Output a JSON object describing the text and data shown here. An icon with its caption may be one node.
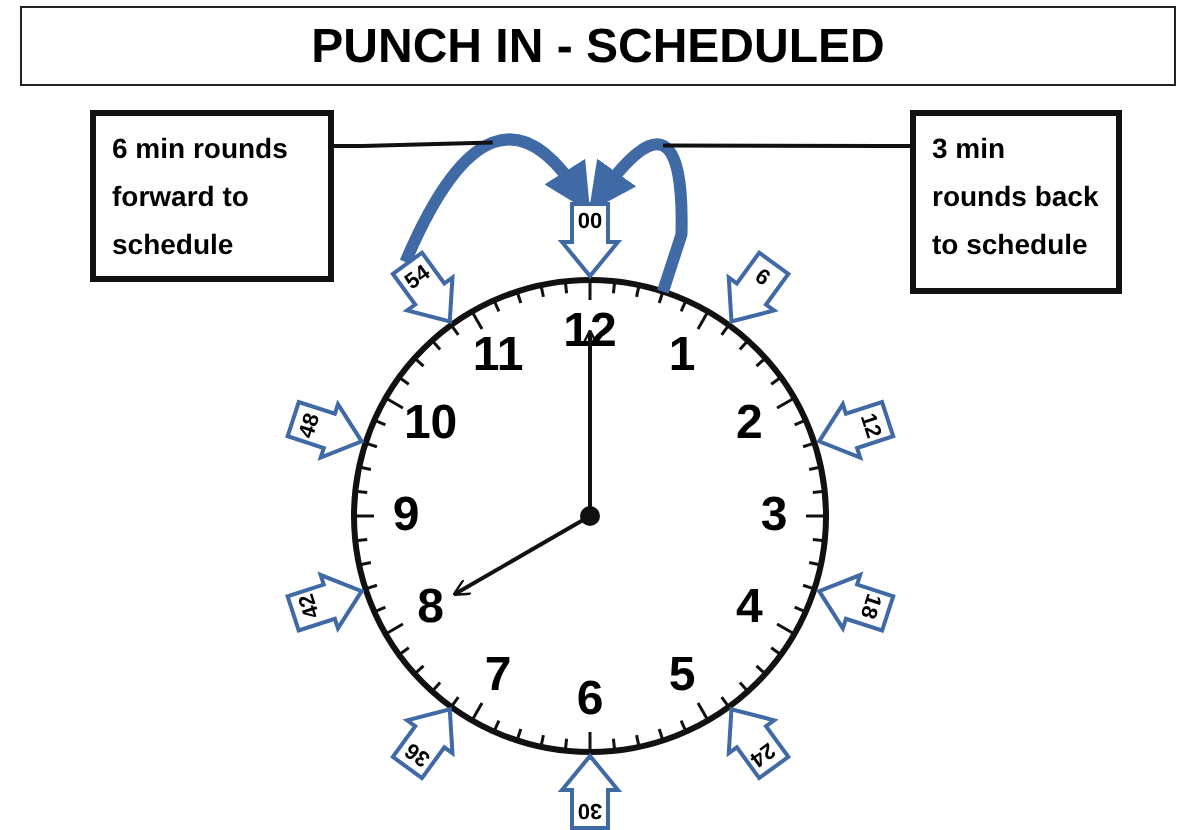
{
  "diagram": {
    "title": "PUNCH IN - SCHEDULED",
    "nodes": [
      {
        "text": [
          "6 min rounds forward to schedule"
        ]
      },
      {
        "text": [
          "3 min rounds back to schedule"
        ]
      },
      {
        "text": [
          "00"
        ]
      },
      {
        "text": [
          "54"
        ]
      },
      {
        "text": [
          "6"
        ]
      },
      {
        "text": [
          "48"
        ]
      },
      {
        "text": [
          "12"
        ]
      },
      {
        "text": [
          "42"
        ]
      },
      {
        "text": [
          "18"
        ]
      },
      {
        "text": [
          "36"
        ]
      },
      {
        "text": [
          "24"
        ]
      },
      {
        "text": [
          "30"
        ]
      }
    ],
    "edges": [
      {
        "from": 3,
        "to": 2,
        "arrow": "to",
        "style": "thick"
      },
      {
        "from": null,
        "to": 2,
        "arrow": "to",
        "style": "thick"
      },
      {
        "from": 0,
        "to": null,
        "arrow": "none",
        "color": "#111111"
      },
      {
        "from": 1,
        "to": null,
        "arrow": "none",
        "color": "#111111"
      }
    ],
    "labels": [
      "12",
      "11",
      "1",
      "10",
      "2",
      "9",
      "3",
      "8",
      "4",
      "7",
      "5",
      "6"
    ]
  }
}
